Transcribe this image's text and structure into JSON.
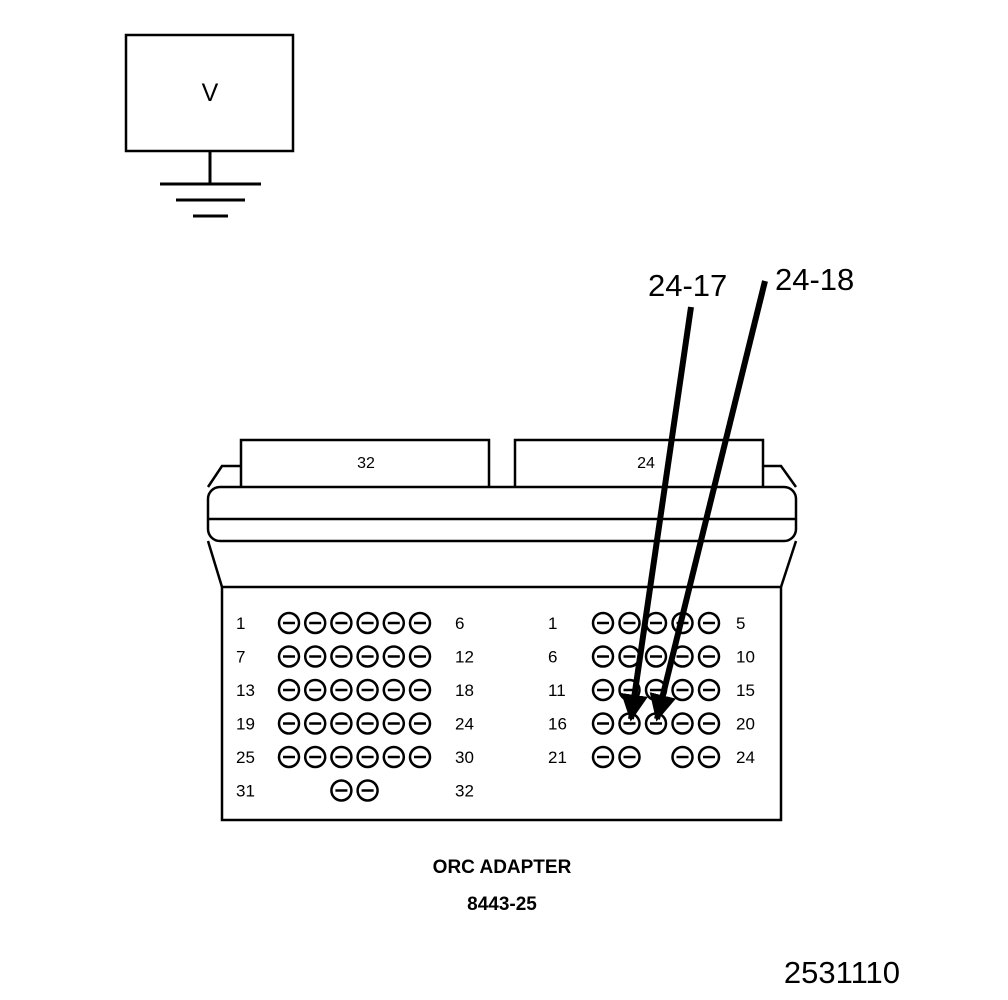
{
  "meter": {
    "symbol": "V"
  },
  "probes": [
    {
      "label": "24-17"
    },
    {
      "label": "24-18"
    }
  ],
  "connector": {
    "left_header": "32",
    "right_header": "24",
    "left_rows": [
      {
        "start": "1",
        "end": "6",
        "pins": [
          1,
          1,
          1,
          1,
          1,
          1
        ]
      },
      {
        "start": "7",
        "end": "12",
        "pins": [
          1,
          1,
          1,
          1,
          1,
          1
        ]
      },
      {
        "start": "13",
        "end": "18",
        "pins": [
          1,
          1,
          1,
          1,
          1,
          1
        ]
      },
      {
        "start": "19",
        "end": "24",
        "pins": [
          1,
          1,
          1,
          1,
          1,
          1
        ]
      },
      {
        "start": "25",
        "end": "30",
        "pins": [
          1,
          1,
          1,
          1,
          1,
          1
        ]
      },
      {
        "start": "31",
        "end": "32",
        "pins": [
          0,
          0,
          1,
          1,
          0,
          0
        ]
      }
    ],
    "right_rows": [
      {
        "start": "1",
        "end": "5",
        "pins": [
          1,
          1,
          1,
          1,
          1
        ]
      },
      {
        "start": "6",
        "end": "10",
        "pins": [
          1,
          1,
          1,
          1,
          1
        ]
      },
      {
        "start": "11",
        "end": "15",
        "pins": [
          1,
          1,
          1,
          1,
          1
        ]
      },
      {
        "start": "16",
        "end": "20",
        "pins": [
          1,
          1,
          1,
          1,
          1
        ]
      },
      {
        "start": "21",
        "end": "24",
        "pins": [
          1,
          1,
          0,
          1,
          1
        ]
      }
    ]
  },
  "caption": {
    "name": "ORC ADAPTER",
    "part_number": "8443-25"
  },
  "figure_id": "2531110"
}
